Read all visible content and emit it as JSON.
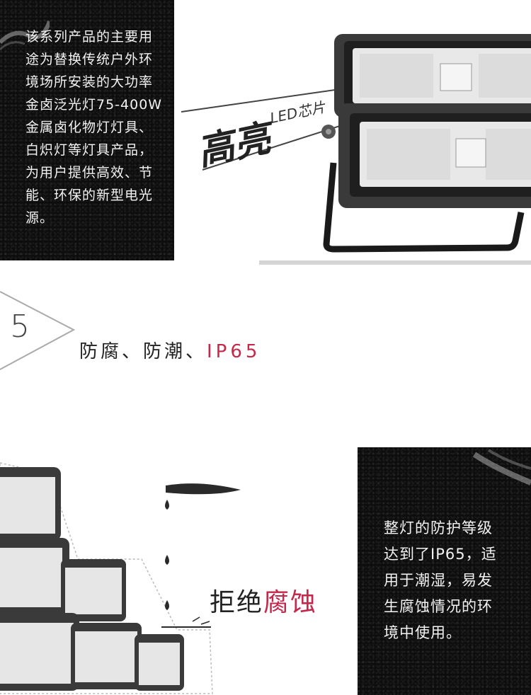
{
  "top_panel": {
    "text": "该系列产品的主要用\n途为替换传统户外环\n境场所安装的大功率\n金卤泛光灯75-400W\n金属卤化物灯灯具、\n白炽灯等灯具产品，\n为用户提供高效、节\n能、环保的新型电光\n源。"
  },
  "top_lamp": {
    "label_big": "高亮",
    "label_small": "LED芯片"
  },
  "section": {
    "number": "5",
    "title_main": "防腐、防潮、",
    "title_accent": "IP65"
  },
  "bottom_panel": {
    "text": "整灯的防护等级\n达到了IP65，适\n用于潮湿，易发\n生腐蚀情况的环\n境中使用。"
  },
  "reject": {
    "prefix": "拒绝",
    "accent": "腐蚀"
  },
  "colors": {
    "accent": "#c4284a",
    "dark_panel": "#0d0d0d",
    "lamp_body": "#3a3a3a"
  }
}
